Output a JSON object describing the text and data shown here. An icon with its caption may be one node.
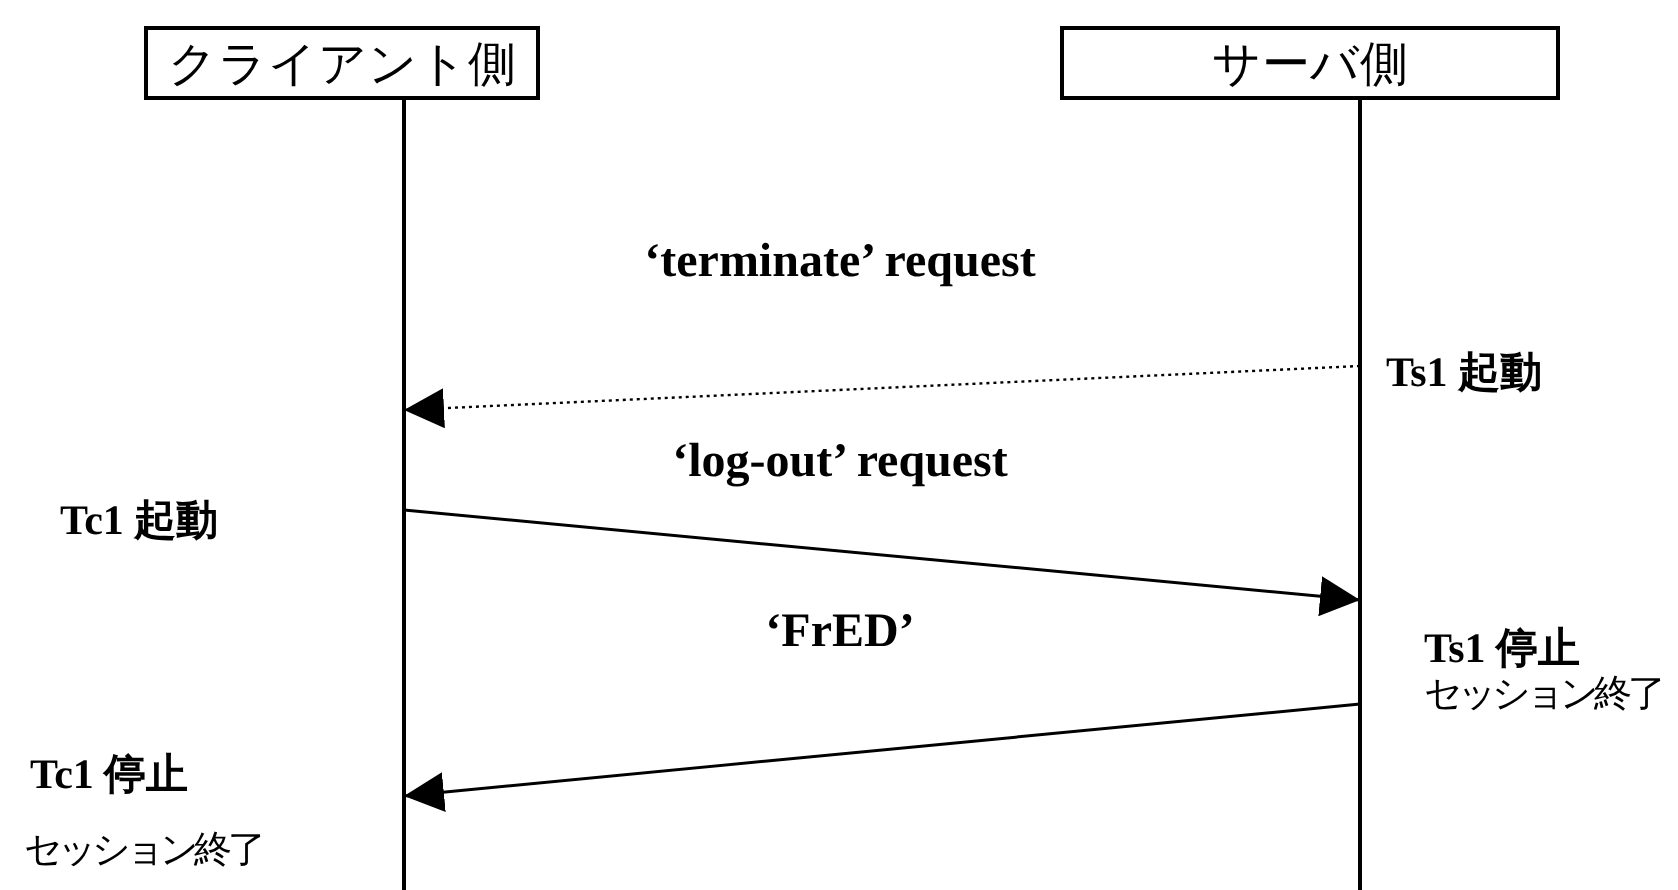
{
  "diagram": {
    "nodes": [
      {
        "text": [
          "クライアント側"
        ]
      },
      {
        "text": [
          "サーバ側"
        ]
      }
    ],
    "edges": [
      {
        "from": 1,
        "to": 0,
        "arrow": "to",
        "style": "dashed",
        "label": "‘terminate’ request"
      },
      {
        "from": 0,
        "to": 1,
        "arrow": "to",
        "label": "‘log-out’ request"
      },
      {
        "from": 1,
        "to": 0,
        "arrow": "to",
        "label": "‘FrED’"
      }
    ],
    "labels": [
      "Ts1 起動",
      "Tc1 起動",
      "Ts1 停止",
      "セッション終了",
      "Tc1 停止",
      "セッション終了"
    ]
  }
}
